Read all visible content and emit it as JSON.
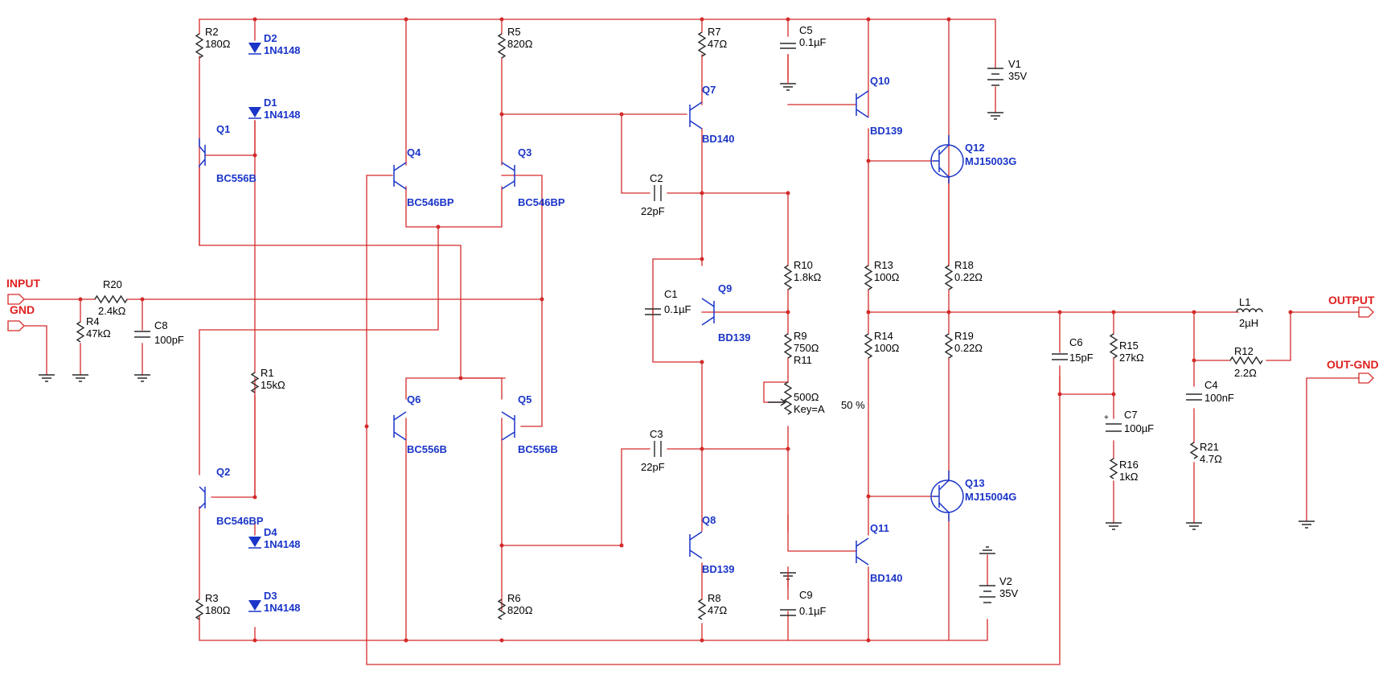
{
  "resistors": [
    {
      "id": "r2",
      "ref": "R2",
      "value": "180Ω"
    },
    {
      "id": "r5",
      "ref": "R5",
      "value": "820Ω"
    },
    {
      "id": "r7",
      "ref": "R7",
      "value": "47Ω"
    },
    {
      "id": "r20",
      "ref": "R20",
      "value": "2.4kΩ"
    },
    {
      "id": "r4",
      "ref": "R4",
      "value": "47kΩ"
    },
    {
      "id": "r1",
      "ref": "R1",
      "value": "15kΩ"
    },
    {
      "id": "r3",
      "ref": "R3",
      "value": "180Ω"
    },
    {
      "id": "r6",
      "ref": "R6",
      "value": "820Ω"
    },
    {
      "id": "r8",
      "ref": "R8",
      "value": "47Ω"
    },
    {
      "id": "r10",
      "ref": "R10",
      "value": "1.8kΩ"
    },
    {
      "id": "r9",
      "ref": "R9",
      "value": "750Ω"
    },
    {
      "id": "r13",
      "ref": "R13",
      "value": "100Ω"
    },
    {
      "id": "r14",
      "ref": "R14",
      "value": "100Ω"
    },
    {
      "id": "r18",
      "ref": "R18",
      "value": "0.22Ω"
    },
    {
      "id": "r19",
      "ref": "R19",
      "value": "0.22Ω"
    },
    {
      "id": "r15",
      "ref": "R15",
      "value": "27kΩ"
    },
    {
      "id": "r16",
      "ref": "R16",
      "value": "1kΩ"
    },
    {
      "id": "r12",
      "ref": "R12",
      "value": "2.2Ω"
    },
    {
      "id": "r21",
      "ref": "R21",
      "value": "4.7Ω"
    }
  ],
  "potentiometer": {
    "ref": "R11",
    "value": "500Ω",
    "key": "Key=A",
    "setting": "50 %"
  },
  "capacitors": [
    {
      "id": "c5",
      "ref": "C5",
      "value": "0.1µF"
    },
    {
      "id": "c2",
      "ref": "C2",
      "value": "22pF"
    },
    {
      "id": "c1",
      "ref": "C1",
      "value": "0.1µF"
    },
    {
      "id": "c8",
      "ref": "C8",
      "value": "100pF"
    },
    {
      "id": "c3",
      "ref": "C3",
      "value": "22pF"
    },
    {
      "id": "c9",
      "ref": "C9",
      "value": "0.1µF"
    },
    {
      "id": "c6",
      "ref": "C6",
      "value": "15pF"
    },
    {
      "id": "c7",
      "ref": "C7",
      "value": "100µF"
    },
    {
      "id": "c4",
      "ref": "C4",
      "value": "100nF"
    }
  ],
  "diodes": [
    {
      "id": "d2",
      "ref": "D2",
      "value": "1N4148"
    },
    {
      "id": "d1",
      "ref": "D1",
      "value": "1N4148"
    },
    {
      "id": "d4",
      "ref": "D4",
      "value": "1N4148"
    },
    {
      "id": "d3",
      "ref": "D3",
      "value": "1N4148"
    }
  ],
  "transistors": [
    {
      "id": "q1",
      "ref": "Q1",
      "part": "BC556B"
    },
    {
      "id": "q2",
      "ref": "Q2",
      "part": "BC546BP"
    },
    {
      "id": "q3",
      "ref": "Q3",
      "part": "BC546BP"
    },
    {
      "id": "q4",
      "ref": "Q4",
      "part": "BC546BP"
    },
    {
      "id": "q5",
      "ref": "Q5",
      "part": "BC556B"
    },
    {
      "id": "q6",
      "ref": "Q6",
      "part": "BC556B"
    },
    {
      "id": "q7",
      "ref": "Q7",
      "part": "BD140"
    },
    {
      "id": "q8",
      "ref": "Q8",
      "part": "BD139"
    },
    {
      "id": "q9",
      "ref": "Q9",
      "part": "BD139"
    },
    {
      "id": "q10",
      "ref": "Q10",
      "part": "BD139"
    },
    {
      "id": "q11",
      "ref": "Q11",
      "part": "BD140"
    },
    {
      "id": "q12",
      "ref": "Q12",
      "part": "MJ15003G"
    },
    {
      "id": "q13",
      "ref": "Q13",
      "part": "MJ15004G"
    }
  ],
  "inductor": {
    "ref": "L1",
    "value": "2µH"
  },
  "sources": [
    {
      "id": "v1",
      "ref": "V1",
      "value": "35V"
    },
    {
      "id": "v2",
      "ref": "V2",
      "value": "35V"
    }
  ],
  "ports": {
    "input": "INPUT",
    "gnd": "GND",
    "output": "OUTPUT",
    "out_gnd": "OUT-GND"
  },
  "colors": {
    "wire": "#d42a2a",
    "transistor": "#1a35c8",
    "port": "#e02020",
    "text": "#000000"
  }
}
